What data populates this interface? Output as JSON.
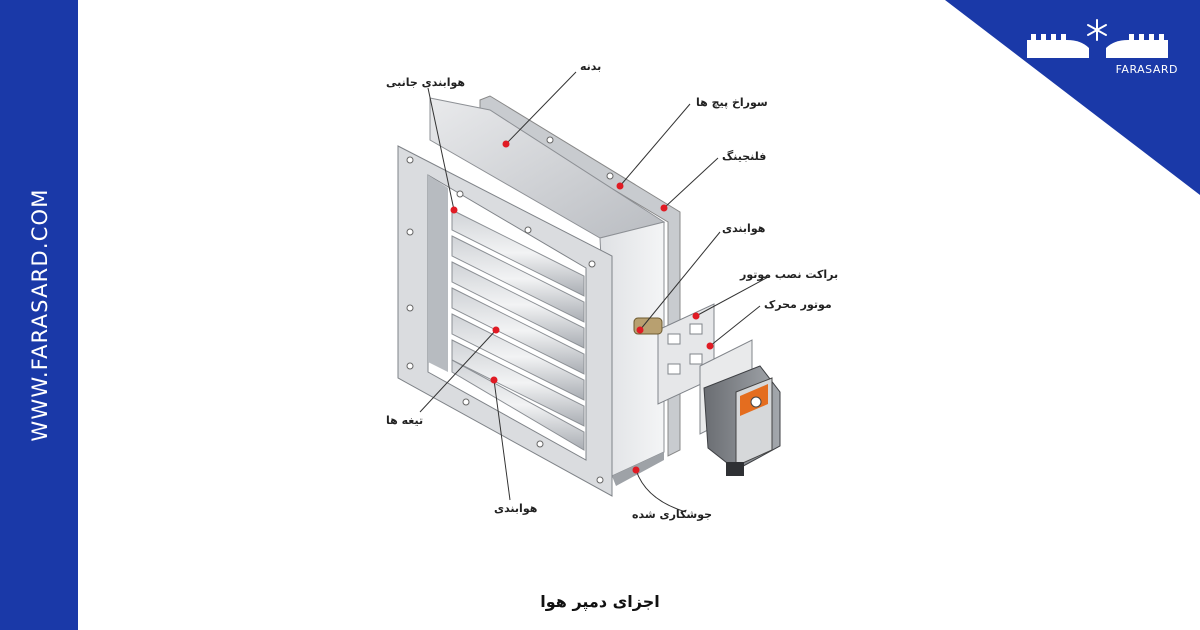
{
  "brand": {
    "website": "WWW.FARASARD.COM",
    "logo_text": "FARASARD",
    "logo_icon": "snowflake-icon",
    "colors": {
      "primary_blue": "#1a39a8",
      "marker_red": "#e01b24"
    }
  },
  "diagram": {
    "labels": {
      "body": "بدنه",
      "side_seal": "هوابندی جانبی",
      "bolt_holes": "سوراخ پیچ ها",
      "flanging": "فلنجینگ",
      "seal_right": "هوابندی",
      "motor_bracket": "براکت نصب موتور",
      "actuator": "موتور محرک",
      "blades": "تیغه ها",
      "seal_bottom": "هوابندی",
      "welded": "جوشکاری شده"
    }
  },
  "caption": "اجزای دمپر هوا"
}
